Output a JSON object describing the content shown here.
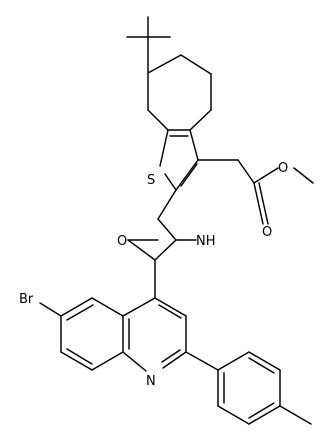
{
  "structure": {
    "atom_labels": {
      "sulfur": "S",
      "ester_carbonyl_oxygen": "O",
      "ester_ether_oxygen": "O",
      "amide_nitrogen": "NH",
      "amide_oxygen": "O",
      "bromine": "Br",
      "quinoline_nitrogen": "N"
    },
    "colors": {
      "bond": "#000000",
      "label": "#000000",
      "background": "#ffffff"
    }
  }
}
